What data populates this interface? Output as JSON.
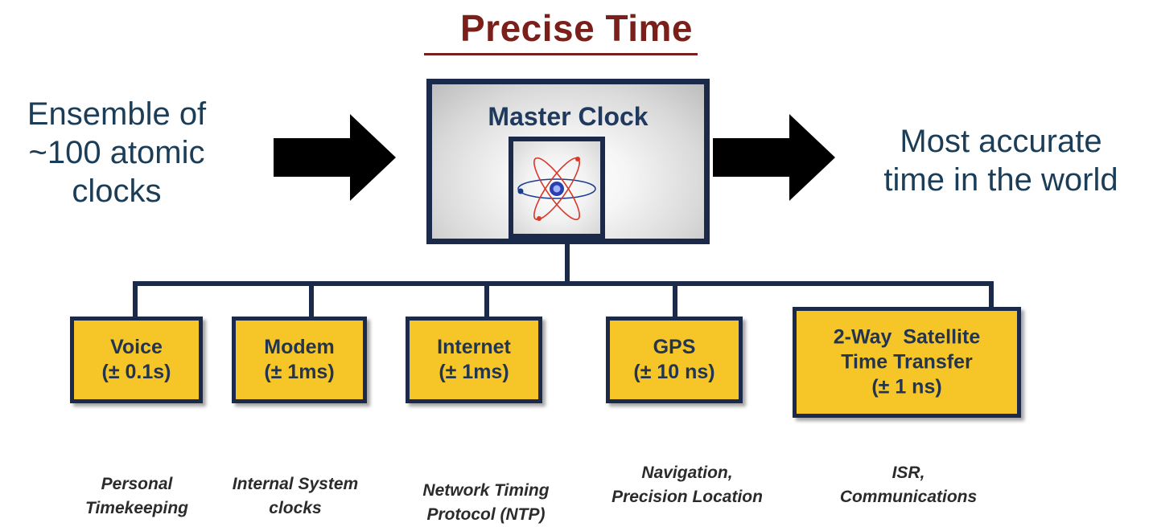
{
  "diagram": {
    "title": "Precise Time",
    "left_text": [
      "Ensemble of",
      "~100 atomic",
      "clocks"
    ],
    "right_text": [
      "Most accurate",
      "time in the world"
    ],
    "master": {
      "label": "Master Clock",
      "icon": "atom-icon"
    },
    "methods": [
      {
        "label": "Voice",
        "precision": "(± 0.1s)",
        "application": [
          "Personal",
          "Timekeeping"
        ]
      },
      {
        "label": "Modem",
        "precision": "(± 1ms)",
        "application": [
          "Internal System",
          "clocks"
        ]
      },
      {
        "label": "Internet",
        "precision": "(± 1ms)",
        "application": [
          "Network Timing",
          "Protocol (NTP)"
        ]
      },
      {
        "label": "GPS",
        "precision": "(± 10 ns)",
        "application": [
          "Navigation,",
          "Precision Location"
        ]
      },
      {
        "label_lines": [
          "2-Way  Satellite",
          "Time Transfer"
        ],
        "precision": "(± 1 ns)",
        "application": [
          "ISR,",
          "Communications"
        ]
      }
    ],
    "colors": {
      "title": "#7a1f1a",
      "side_text": "#1b3d57",
      "box_fill": "#f6c629",
      "box_border": "#1b2a4a",
      "box_text": "#23344f",
      "master_text": "#1f3a5e",
      "arrow": "#000000"
    }
  }
}
